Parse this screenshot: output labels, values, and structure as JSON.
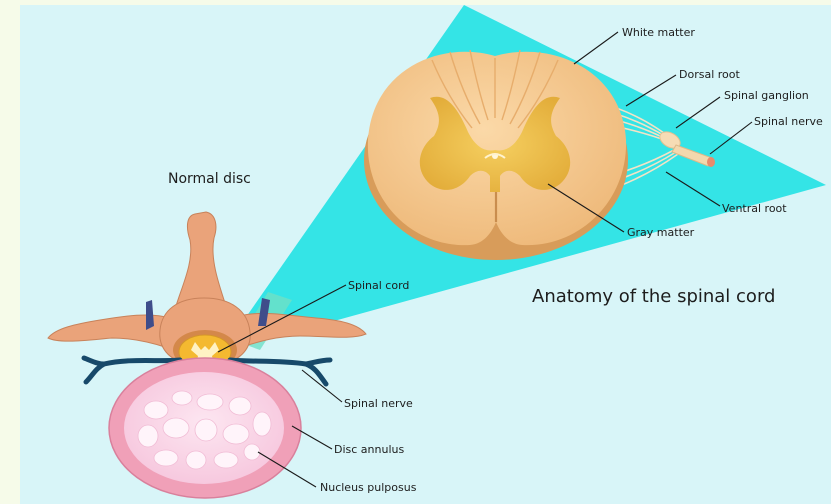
{
  "titles": {
    "normal_disc": "Normal disc",
    "anatomy": "Anatomy of the spinal cord"
  },
  "cord_labels": {
    "white_matter": "White matter",
    "dorsal_root": "Dorsal root",
    "spinal_ganglion": "Spinal ganglion",
    "spinal_nerve": "Spinal nerve",
    "ventral_root": "Ventral root",
    "gray_matter": "Gray matter"
  },
  "disc_labels": {
    "spinal_cord": "Spinal cord",
    "spinal_nerve": "Spinal nerve",
    "disc_annulus": "Disc annulus",
    "nucleus_pulposus": "Nucleus pulposus"
  },
  "colors": {
    "background": "#f6fbe9",
    "panel": "#d8f5f8",
    "zoom_wedge": "#34e4e6",
    "cord_tissue": "#f0c48a",
    "gray_matter": "#e8b642",
    "annulus": "#f0a0b8",
    "nucleus": "#fbd8ea",
    "nerve": "#17496a"
  }
}
